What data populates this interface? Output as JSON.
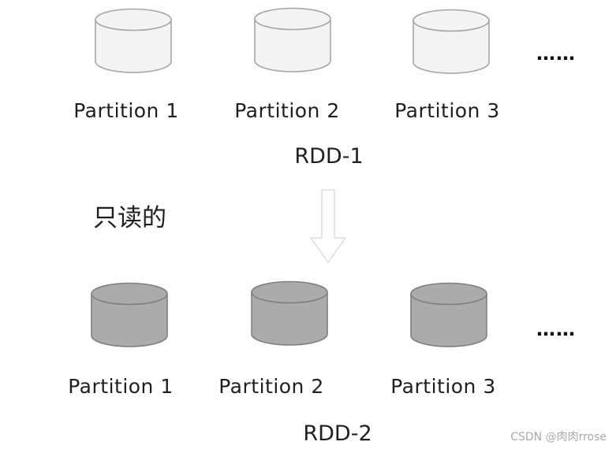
{
  "diagram": {
    "rdd1": {
      "title": "RDD-1",
      "partitions": [
        "Partition 1",
        "Partition 2",
        "Partition 3"
      ],
      "ellipsis": "……",
      "cylinder_fill": "#f4f4f4",
      "cylinder_stroke": "#a6a6a6"
    },
    "rdd2": {
      "title": "RDD-2",
      "partitions": [
        "Partition 1",
        "Partition 2",
        "Partition 3"
      ],
      "ellipsis": "……",
      "cylinder_fill": "#ababab",
      "cylinder_stroke": "#7f7f7f"
    },
    "read_only_label": "只读的",
    "arrow": {
      "direction": "down",
      "fill": "#ffffff",
      "stroke": "#dcdcdc"
    }
  },
  "watermark": "CSDN @肉肉rrose",
  "colors": {
    "background": "#ffffff",
    "text": "#1f1f1f",
    "watermark": "#a9a9a9"
  }
}
